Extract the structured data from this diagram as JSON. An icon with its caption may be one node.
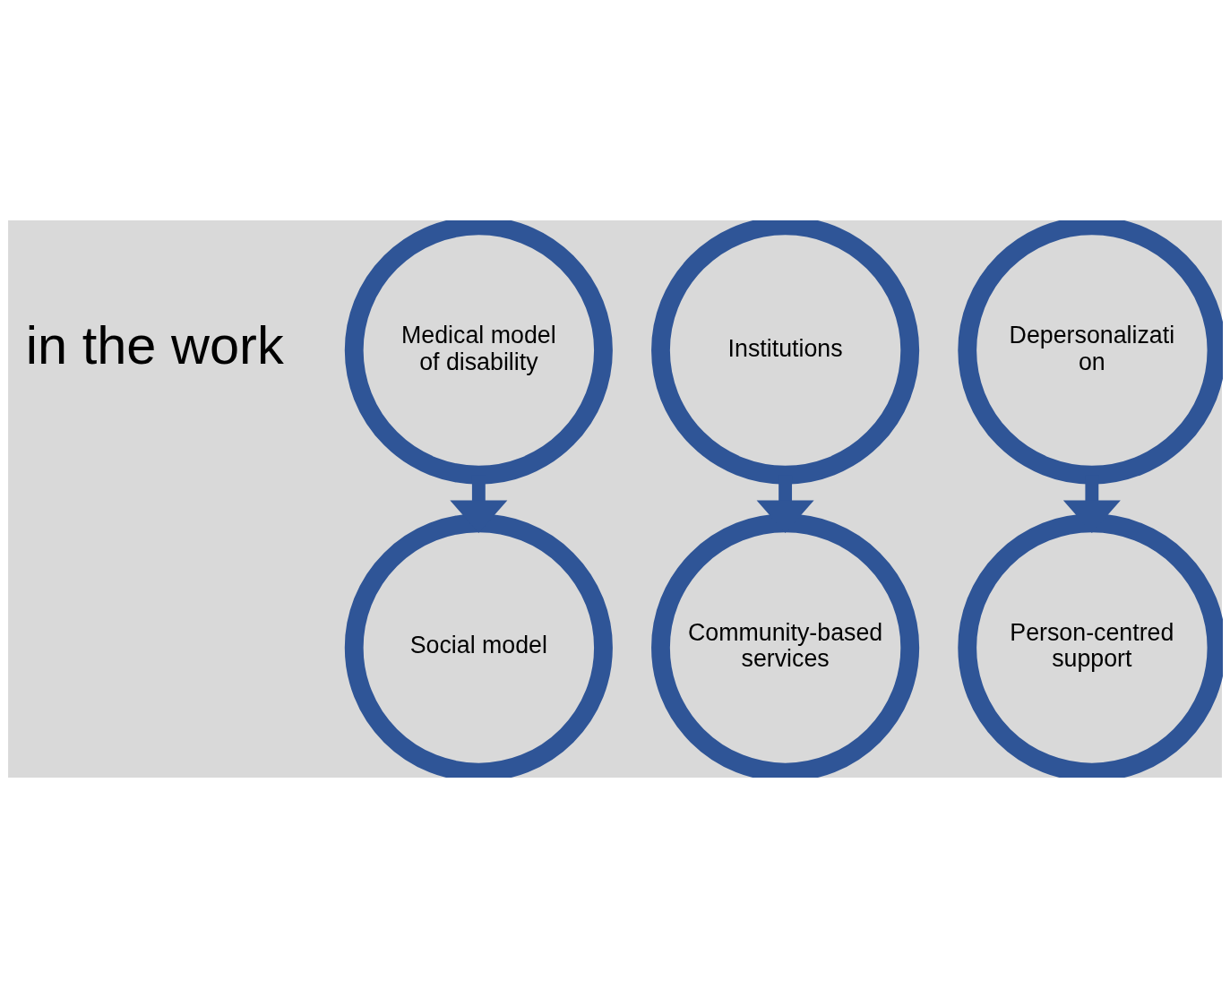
{
  "diagram": {
    "nodes": [
      {
        "text": [
          "Medical model of disability"
        ]
      },
      {
        "text": [
          "Social model"
        ]
      },
      {
        "text": [
          "Institutions"
        ]
      },
      {
        "text": [
          "Community-based services"
        ]
      },
      {
        "text": [
          "Depersonalizati on"
        ]
      },
      {
        "text": [
          "Person-centred support"
        ]
      }
    ],
    "edges": [
      {
        "from": 0,
        "to": 1,
        "arrow": "to"
      },
      {
        "from": 2,
        "to": 3,
        "arrow": "to"
      },
      {
        "from": 4,
        "to": 5,
        "arrow": "to"
      }
    ],
    "labels": [
      "in the work"
    ]
  }
}
